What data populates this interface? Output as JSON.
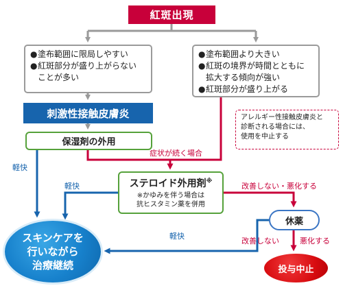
{
  "title": "紅斑出現",
  "left_box": {
    "items": [
      "塗布範囲に限局しやすい",
      "紅斑部分が盛り上がらない",
      "ことが多い"
    ]
  },
  "right_box": {
    "items": [
      "塗布範囲より大きい",
      "紅斑の境界が時間とともに",
      "拡大する傾向が強い",
      "紅斑部分が盛り上がる"
    ]
  },
  "irritant": "刺激性接触皮膚炎",
  "moisturizer": "保湿剤の外用",
  "steroid": {
    "label": "ステロイド外用剤",
    "mark": "※",
    "note_line1": "※かゆみを伴う場合は",
    "note_line2": "抗ヒスタミン薬を併用"
  },
  "rest": "休薬",
  "skincare": {
    "line1": "スキンケアを",
    "line2": "行いながら",
    "line3": "治療継続"
  },
  "stop": "投与中止",
  "allergy_note": {
    "line1": "アレルギー性接触皮膚炎と",
    "line2": "診断される場合には、",
    "line3": "使用を中止する"
  },
  "edge_labels": {
    "relief": "軽快",
    "persist": "症状が続く場合",
    "no_improve_worse": "改善しない・悪化する",
    "no_improve": "改善しない",
    "worse": "悪化する"
  },
  "colors": {
    "gray": "#9a9a9a",
    "red": "#c8003a",
    "blue": "#1764ad",
    "green": "#55a13a"
  }
}
